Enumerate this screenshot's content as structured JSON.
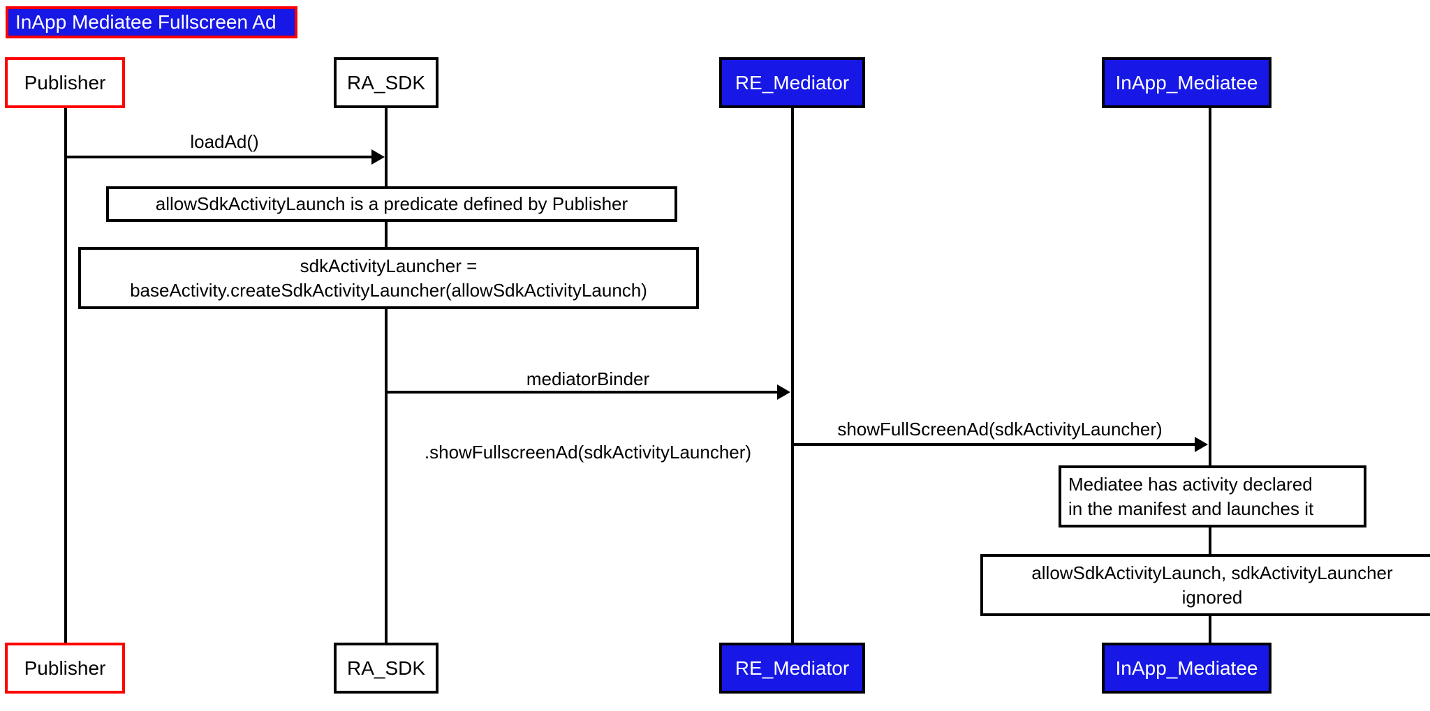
{
  "diagram": {
    "type": "uml-sequence-diagram",
    "title": "InApp Mediatee Fullscreen Ad",
    "colors": {
      "title_background": "#1717e6",
      "title_border": "#ff0000",
      "title_text": "#ffffff",
      "highlight_fill": "#1717e6",
      "highlight_text": "#ffffff",
      "outline_red": "#ff0000",
      "outline_black": "#000000",
      "background": "#ffffff",
      "line": "#000000"
    },
    "participants": [
      {
        "id": "publisher",
        "label": "Publisher",
        "style": "red-outline"
      },
      {
        "id": "ra_sdk",
        "label": "RA_SDK",
        "style": "plain"
      },
      {
        "id": "re_mediator",
        "label": "RE_Mediator",
        "style": "blue-fill"
      },
      {
        "id": "inapp_mediatee",
        "label": "InApp_Mediatee",
        "style": "blue-fill"
      }
    ],
    "messages": [
      {
        "id": "m1",
        "from": "publisher",
        "to": "ra_sdk",
        "label": "loadAd()",
        "lines": [
          "loadAd()"
        ]
      },
      {
        "id": "m2",
        "from": "ra_sdk",
        "to": "re_mediator",
        "label": "mediatorBinder\n.showFullscreenAd(sdkActivityLauncher)",
        "lines": [
          "mediatorBinder",
          ".showFullscreenAd(sdkActivityLauncher)"
        ]
      },
      {
        "id": "m3",
        "from": "re_mediator",
        "to": "inapp_mediatee",
        "label": "showFullScreenAd(sdkActivityLauncher)",
        "lines": [
          "showFullScreenAd(sdkActivityLauncher)"
        ]
      }
    ],
    "notes": [
      {
        "id": "n1",
        "attached_to": "ra_sdk",
        "align": "center",
        "lines": [
          "allowSdkActivityLaunch is a predicate defined by Publisher"
        ]
      },
      {
        "id": "n2",
        "attached_to": "ra_sdk",
        "align": "center",
        "lines": [
          "sdkActivityLauncher =",
          "baseActivity.createSdkActivityLauncher(allowSdkActivityLaunch)"
        ]
      },
      {
        "id": "n3",
        "attached_to": "inapp_mediatee",
        "align": "left",
        "lines": [
          "Mediatee has activity declared",
          "in the manifest and launches it"
        ]
      },
      {
        "id": "n4",
        "attached_to": "inapp_mediatee",
        "align": "center",
        "lines": [
          "allowSdkActivityLaunch, sdkActivityLauncher",
          "ignored"
        ]
      }
    ]
  }
}
